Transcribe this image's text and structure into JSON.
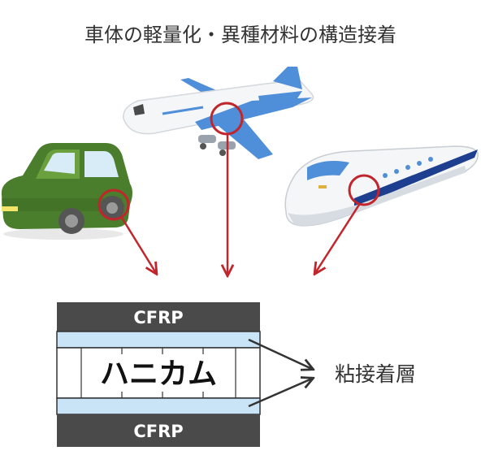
{
  "title": "車体の軽量化・異種材料の構造接着",
  "panel": {
    "top_skin": "CFRP",
    "core": "ハニカム",
    "bottom_skin": "CFRP",
    "adhesive_label": "粘接着層"
  },
  "colors": {
    "highlight": "#c0262c",
    "skin": "#4a4a4a",
    "adhesive": "#c8e4f6",
    "car_body": "#4a7d2c",
    "plane_stripe": "#4f8ed8",
    "train_stripe": "#1e3f8f"
  },
  "icons": [
    "car-icon",
    "airplane-icon",
    "bullet-train-icon"
  ]
}
